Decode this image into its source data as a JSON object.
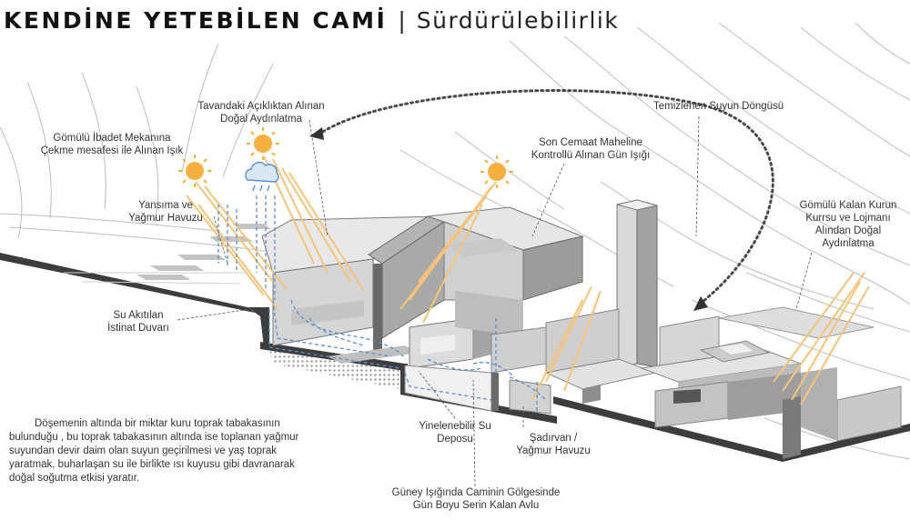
{
  "header": {
    "title": "KENDİNE YETEBİLEN CAMİ",
    "separator": "|",
    "subtitle": "Sürdürülebilirlik"
  },
  "labels": {
    "tavandaki": [
      "Tavandaki Açıklıktan Alınan",
      "Doğal Aydınlatma"
    ],
    "gomulu_ibadet": [
      "Gömülü İbadet Mekanına",
      "Çekme mesafesi ile Alınan Işık"
    ],
    "temizlenen": [
      "Temizlenen Suyun Döngüsü"
    ],
    "son_cemaat": [
      "Son Cemaat Maheline",
      "Kontrollü Alınan Gün Işığı"
    ],
    "yansima": [
      "Yansıma ve",
      "Yağmur Havuzu"
    ],
    "gomulu_kalan": [
      "Gömülü Kalan Kurun",
      "Kurrsu ve Lojmanı",
      "Alından Doğal",
      "Aydınlatma"
    ],
    "su_akitilan": [
      "Su Akıtılan",
      "İstinat Duvarı"
    ],
    "yinelenebilir": [
      "Yinelenebilir Su",
      "Deposu"
    ],
    "sadirvan": [
      "Şadırvan /",
      "Yağmur Havuzu"
    ],
    "guney": [
      "Güney Işığında Caminin Gölgesinde",
      "Gün Boyu Serin Kalan Avlu"
    ]
  },
  "description": "Döşemenin altında bir miktar kuru toprak tabakasının bulunduğu , bu toprak tabakasının altında ise toplanan yağmur suyundan devir daim olan suyun geçirilmesi ve yaş toprak yaratmak, buharlaşan su ile birlikte ısı kuyusu gibi davranarak doğal soğutma etkisi yaratır.",
  "icons": {
    "sun": "sun-icon",
    "rain_cloud": "rain-cloud-icon",
    "cycle_arrow": "cycle-arrow-icon"
  },
  "colors": {
    "sun": "#f5b041",
    "light_ray": "#f5c37a",
    "water": "#5b8fd0",
    "ground": "#3d3d3d",
    "building_light": "#e3e3e3",
    "building_mid": "#c4c4c4",
    "building_dark": "#8c8c8c",
    "contour": "#bdbdbd"
  }
}
